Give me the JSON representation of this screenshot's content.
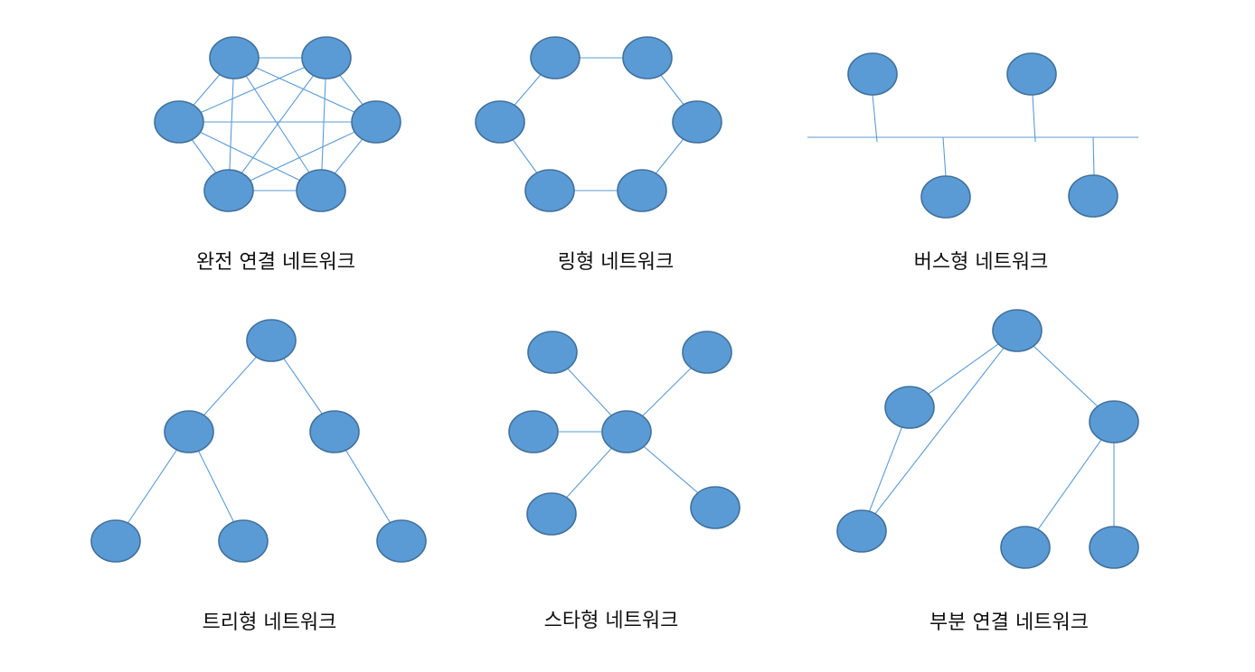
{
  "colors": {
    "node_fill": "#5b9bd5",
    "node_stroke": "#41719c",
    "edge": "#5b9bd5",
    "text": "#111111"
  },
  "diagrams": [
    {
      "key": "full_mesh",
      "caption": "완전 연결 네트워크"
    },
    {
      "key": "ring",
      "caption": "링형 네트워크"
    },
    {
      "key": "bus",
      "caption": "버스형 네트워크"
    },
    {
      "key": "tree",
      "caption": "트리형 네트워크"
    },
    {
      "key": "star",
      "caption": "스타형 네트워크"
    },
    {
      "key": "partial_mesh",
      "caption": "부분 연결 네트워크"
    }
  ]
}
